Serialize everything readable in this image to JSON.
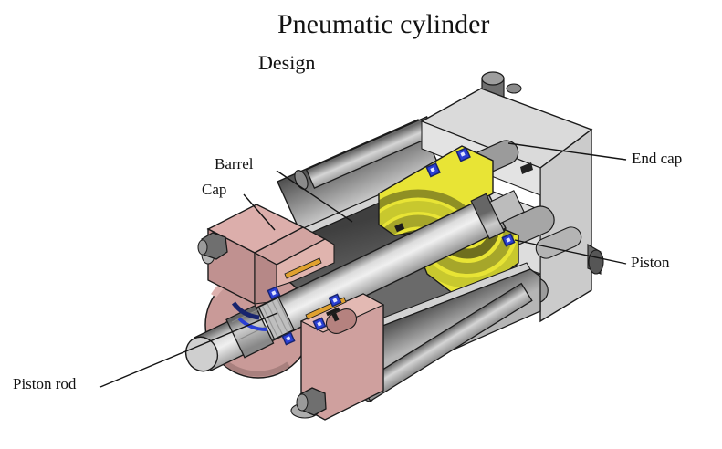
{
  "figure": {
    "type": "technical-illustration",
    "subject": "Cutaway isometric view of a pneumatic cylinder"
  },
  "title": {
    "text": "Pneumatic cylinder"
  },
  "subtitle": {
    "text": "Design"
  },
  "labels": {
    "barrel": "Barrel",
    "cap": "Cap",
    "end_cap": "End cap",
    "piston": "Piston",
    "piston_rod": "Piston rod"
  },
  "colors": {
    "background": "#ffffff",
    "outline": "#1b1b1b",
    "cap_pink_top": "#dcaeab",
    "cap_pink_step": "#d2a4a1",
    "cap_pink_front": "#c09190",
    "cap_pink_lobe": "#c99a98",
    "cap_pink_cut": "#e3b9b3",
    "cap_pink_cut2": "#e0b4ae",
    "piston_yellow": "#e8e435",
    "piston_olive_dark": "#6f6f1e",
    "piston_olive_mid": "#a6a62a",
    "piston_olive_light": "#c8c82e",
    "seal_blue": "#2a3fd4",
    "seal_navy": "#18246e",
    "wear_band_orange": "#e0a12f",
    "end_cap_top": "#dadada",
    "end_cap_front": "#cbcbcb",
    "end_cap_cut": "#e3e3e3",
    "channel_gray": "#9b9b9b",
    "barrel_interior": "#4a4a4a",
    "rim_gray": "#d2d2d2"
  }
}
